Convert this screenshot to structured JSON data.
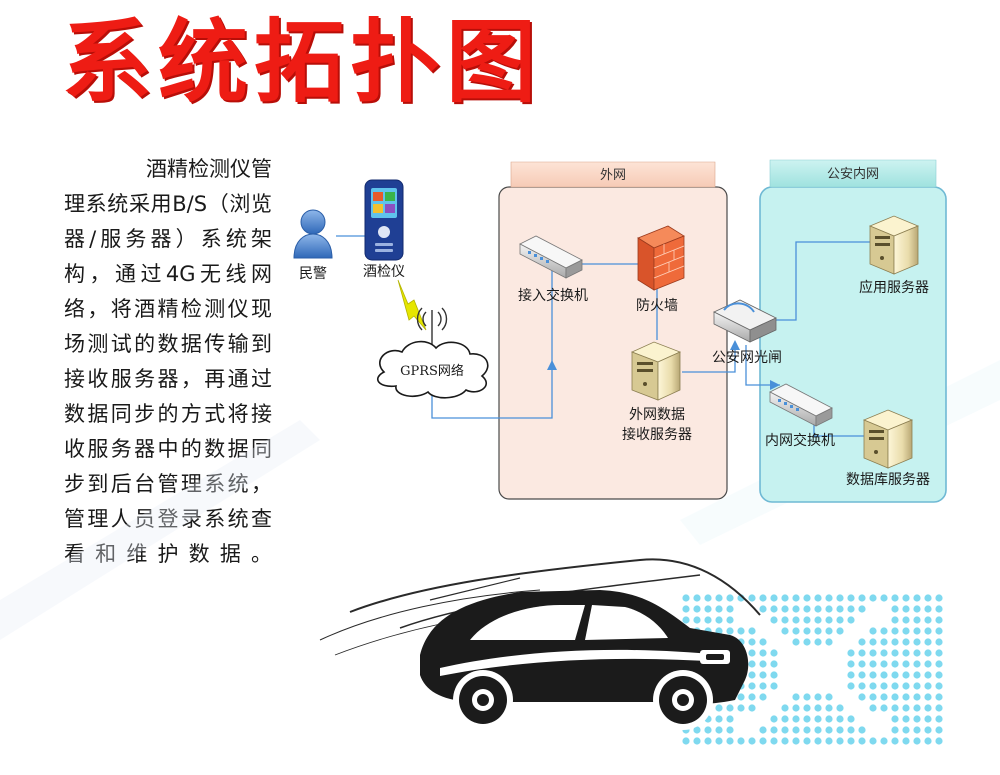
{
  "header": {
    "title": "系统拓扑图"
  },
  "description": "酒精检测仪管理系统采用B/S（浏览器/服务器）系统架构，通过4G无线网络，将酒精检测仪现场测试的数据传输到接收服务器，再通过数据同步的方式将接收服务器中的数据同步到后台管理系统，管理人员登录系统查看和维护数据。",
  "diagram": {
    "zones": {
      "external": "外网",
      "internal": "公安内网"
    },
    "nodes": {
      "police": "民警",
      "breathalyzer": "酒检仪",
      "gprs": "GPRS网络",
      "access_switch": "接入交换机",
      "firewall": "防火墙",
      "receive_server_line1": "外网数据",
      "receive_server_line2": "接收服务器",
      "gateway": "公安网光闸",
      "app_server": "应用服务器",
      "intranet_switch": "内网交换机",
      "db_server": "数据库服务器"
    }
  },
  "colors": {
    "title": "#ee1c14",
    "external_zone": "#fbe9e1",
    "internal_zone": "#c6f2f0",
    "link": "#4a90d9",
    "dots": "#7fd9ef"
  }
}
